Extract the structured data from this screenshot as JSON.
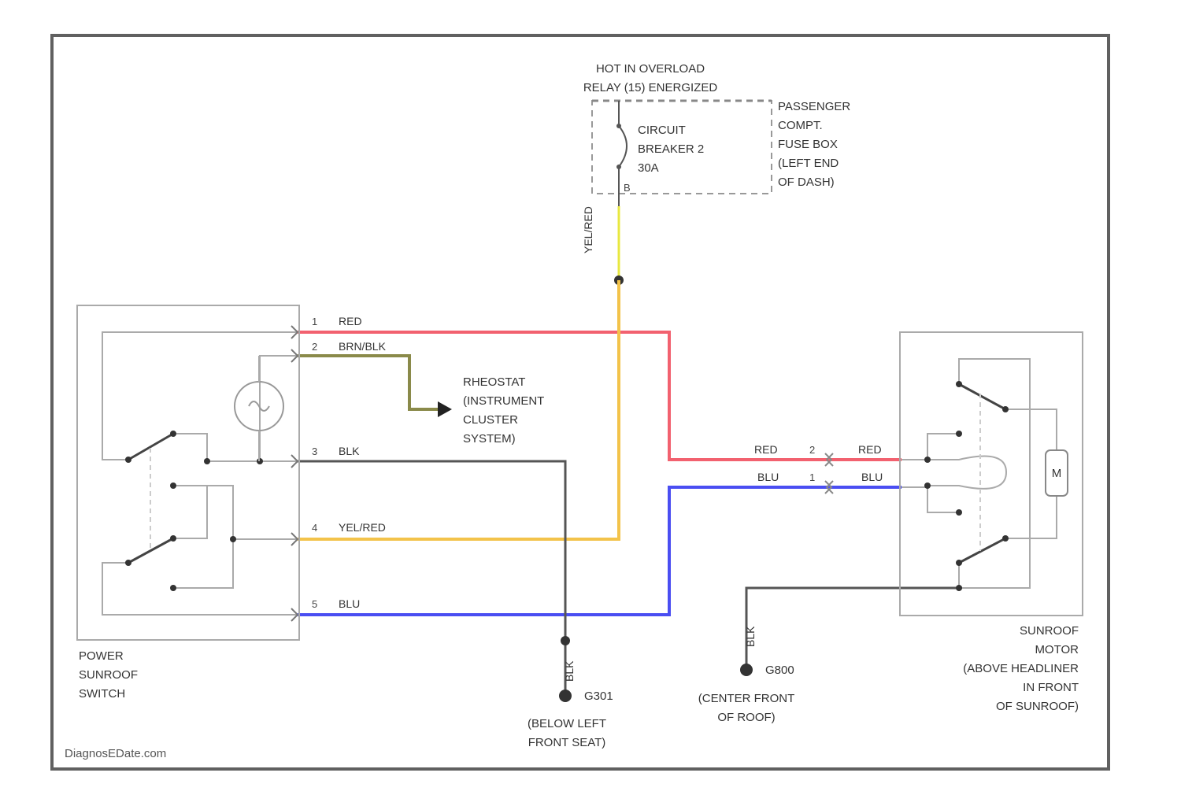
{
  "colors": {
    "red_wire": "#f2616f",
    "yellow_wire": "#f3c34a",
    "blue_wire": "#4a4ef2",
    "black_wire": "#555555",
    "brown_yellow_wire": "#8a8a4a",
    "yellow_stub": "#e8e840",
    "frame": "#606060",
    "component": "#aaaaaa"
  },
  "relay_label": [
    "HOT IN OVERLOAD",
    "RELAY (15) ENERGIZED"
  ],
  "fuse_box_label": [
    "PASSENGER",
    "COMPT.",
    "FUSE BOX",
    "(LEFT END",
    "OF DASH)"
  ],
  "breaker_label": [
    "CIRCUIT",
    "BREAKER 2",
    "30A"
  ],
  "vertical_wire_label": "YEL/RED",
  "switch_label": [
    "POWER",
    "SUNROOF",
    "SWITCH"
  ],
  "motor_label": [
    "SUNROOF",
    "MOTOR",
    "(ABOVE HEADLINER",
    "IN FRONT",
    "OF SUNROOF)"
  ],
  "rheostat_label": [
    "RHEOSTAT",
    "(INSTRUMENT",
    "CLUSTER",
    "SYSTEM)"
  ],
  "switch_pins": [
    {
      "num": "1",
      "wire": "RED"
    },
    {
      "num": "2",
      "wire": "BRN/BLK"
    },
    {
      "num": "3",
      "wire": "BLK"
    },
    {
      "num": "4",
      "wire": "YEL/RED"
    },
    {
      "num": "5",
      "wire": "BLU"
    }
  ],
  "motor_connector": {
    "red_left": "RED",
    "red_right": "RED",
    "red_pin": "2",
    "blu_left": "BLU",
    "blu_right": "BLU",
    "blu_pin": "1"
  },
  "motor_symbol": "M",
  "ground_1": {
    "id": "G301",
    "location": [
      "(BELOW LEFT",
      "FRONT SEAT)"
    ],
    "wire": "BLK"
  },
  "ground_2": {
    "id": "G800",
    "location": [
      "(CENTER FRONT",
      "OF ROOF)"
    ],
    "wire": "BLK"
  },
  "watermark": "DiagnosEDate.com"
}
